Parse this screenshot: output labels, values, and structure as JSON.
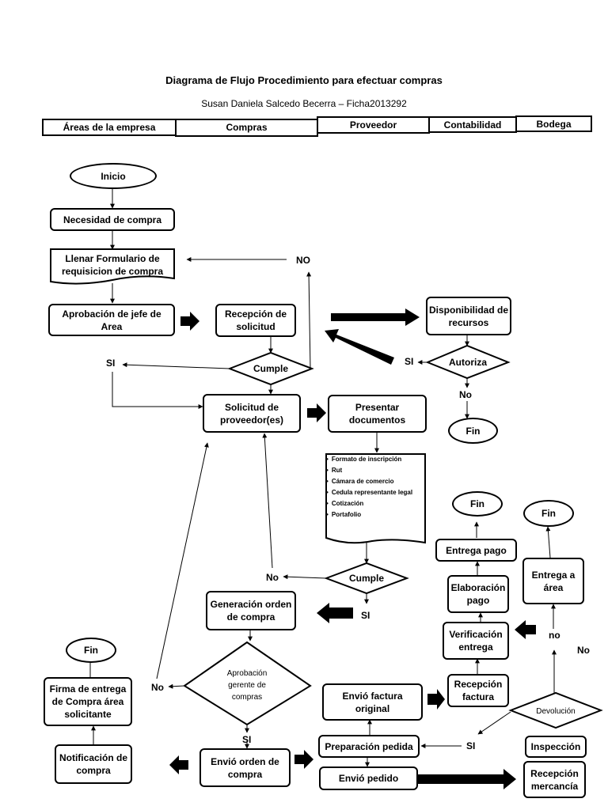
{
  "header": {
    "title": "Diagrama de Flujo Procedimiento para efectuar compras",
    "author": "Susan Daniela Salcedo Becerra – Ficha2013292"
  },
  "lanes": [
    "Áreas de la empresa",
    "Compras",
    "Proveedor",
    "Contabilidad",
    "Bodega"
  ],
  "nodes": {
    "inicio": "Inicio",
    "necesidad": "Necesidad de compra",
    "formulario": "Llenar Formulario de requisicion de compra",
    "aprobacion_jefe": "Aprobación de jefe de Area",
    "recepcion_solicitud": "Recepción de solicitud",
    "cumple1": "Cumple",
    "disponibilidad": "Disponibilidad de recursos",
    "autoriza": "Autoriza",
    "fin1": "Fin",
    "solicitud_proveedor": "Solicitud de proveedor(es)",
    "presentar_documentos": "Presentar documentos",
    "documentos": [
      "Formato de inscripción",
      "Rut",
      "Cámara de comercio",
      "Cedula representante legal",
      "Cotización",
      "Portafolio"
    ],
    "cumple2": "Cumple",
    "generacion_orden": "Generación orden de compra",
    "aprobacion_gerente": "Aprobación gerente de compras",
    "envio_orden": "Envió orden de compra",
    "notificacion": "Notificación de compra",
    "firma_entrega": "Firma de entrega de Compra área solicitante",
    "fin2": "Fin",
    "preparacion_pedida": "Preparación pedida",
    "envio_pedido": "Envió pedido",
    "envio_factura": "Envió factura original",
    "recepcion_factura": "Recepción factura",
    "verificacion": "Verificación entrega",
    "elaboracion_pago": "Elaboración pago",
    "entrega_pago": "Entrega pago",
    "fin3": "Fin",
    "devolucion": "Devolución",
    "entrega_area": "Entrega a área",
    "fin4": "Fin",
    "inspeccion": "Inspección",
    "recepcion_mercancia": "Recepción mercancía"
  },
  "edge_labels": {
    "no_formulario": "NO",
    "si_cumple1": "SI",
    "si_autoriza": "SI",
    "no_autoriza": "No",
    "no_cumple2": "No",
    "si_cumple2": "SI",
    "no_gerente": "No",
    "si_gerente": "SI",
    "si_devolucion": "SI",
    "no_devolucion": "no",
    "no_extra": "No"
  }
}
